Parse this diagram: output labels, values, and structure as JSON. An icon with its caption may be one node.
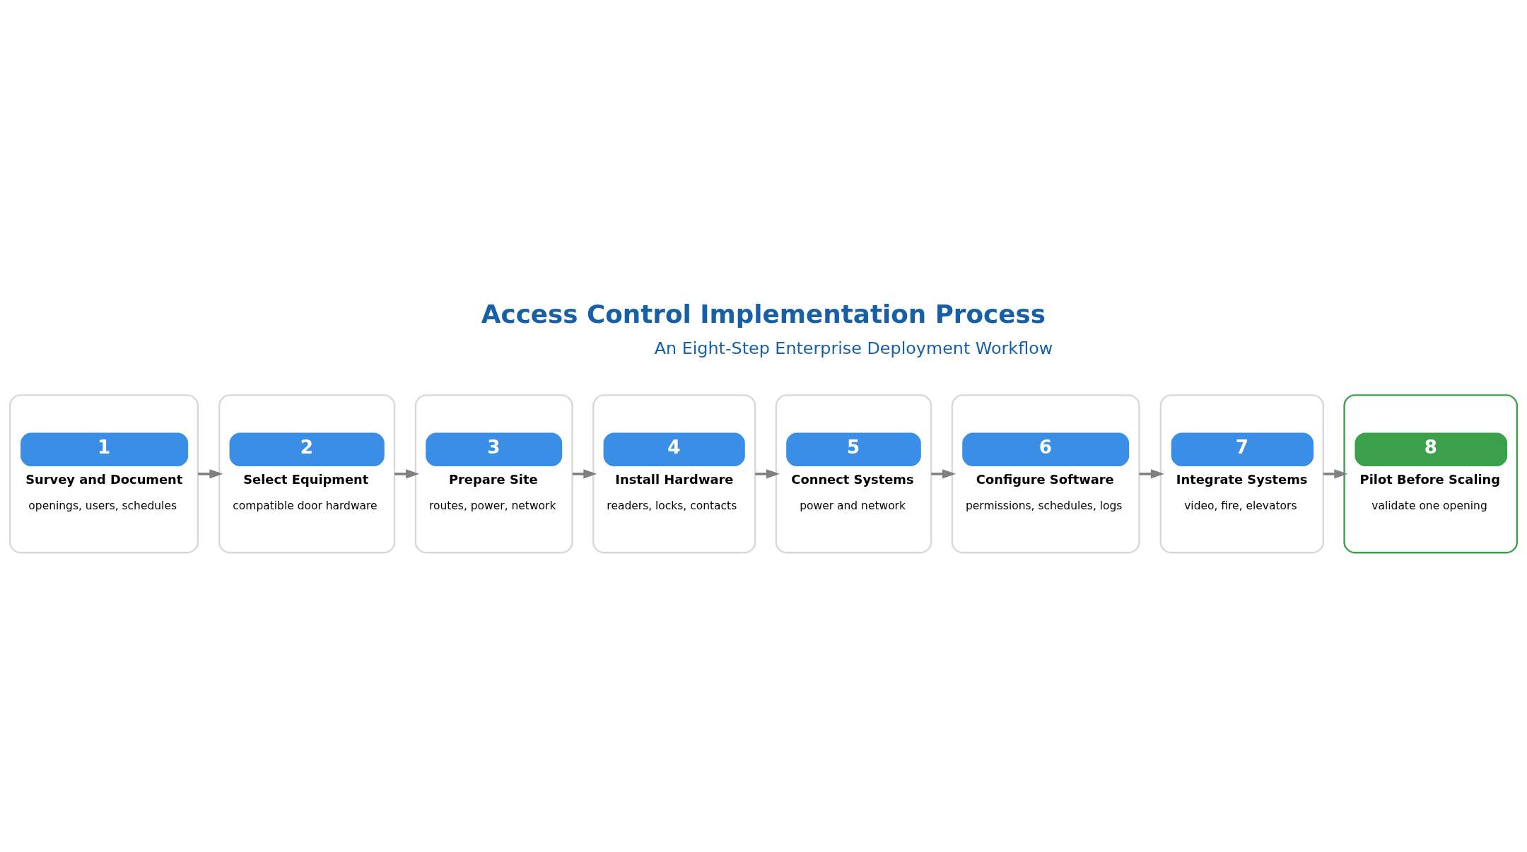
{
  "diagram": {
    "title": "Access Control Implementation Process",
    "nodes": [
      {
        "text": [
          "1",
          "Survey and Document",
          "openings, users, schedules"
        ]
      },
      {
        "text": [
          "2",
          "Select Equipment",
          "compatible door hardware"
        ]
      },
      {
        "text": [
          "3",
          "Prepare Site",
          "routes, power, network"
        ]
      },
      {
        "text": [
          "4",
          "Install Hardware",
          "readers, locks, contacts"
        ]
      },
      {
        "text": [
          "5",
          "Connect Systems",
          "power and network"
        ]
      },
      {
        "text": [
          "6",
          "Configure Software",
          "permissions, schedules, logs"
        ]
      },
      {
        "text": [
          "7",
          "Integrate Systems",
          "video, fire, elevators"
        ]
      },
      {
        "text": [
          "8",
          "Pilot Before Scaling",
          "validate one opening"
        ]
      }
    ],
    "edges": [
      {
        "from": 0,
        "to": 1,
        "arrow": "to"
      },
      {
        "from": 1,
        "to": 2,
        "arrow": "to"
      },
      {
        "from": 2,
        "to": 3,
        "arrow": "to"
      },
      {
        "from": 3,
        "to": 4,
        "arrow": "to"
      },
      {
        "from": 4,
        "to": 5,
        "arrow": "to"
      },
      {
        "from": 5,
        "to": 6,
        "arrow": "to"
      },
      {
        "from": 6,
        "to": 7,
        "arrow": "to"
      }
    ],
    "labels": [
      "An Eight-Step Enterprise Deployment Workflow"
    ]
  }
}
